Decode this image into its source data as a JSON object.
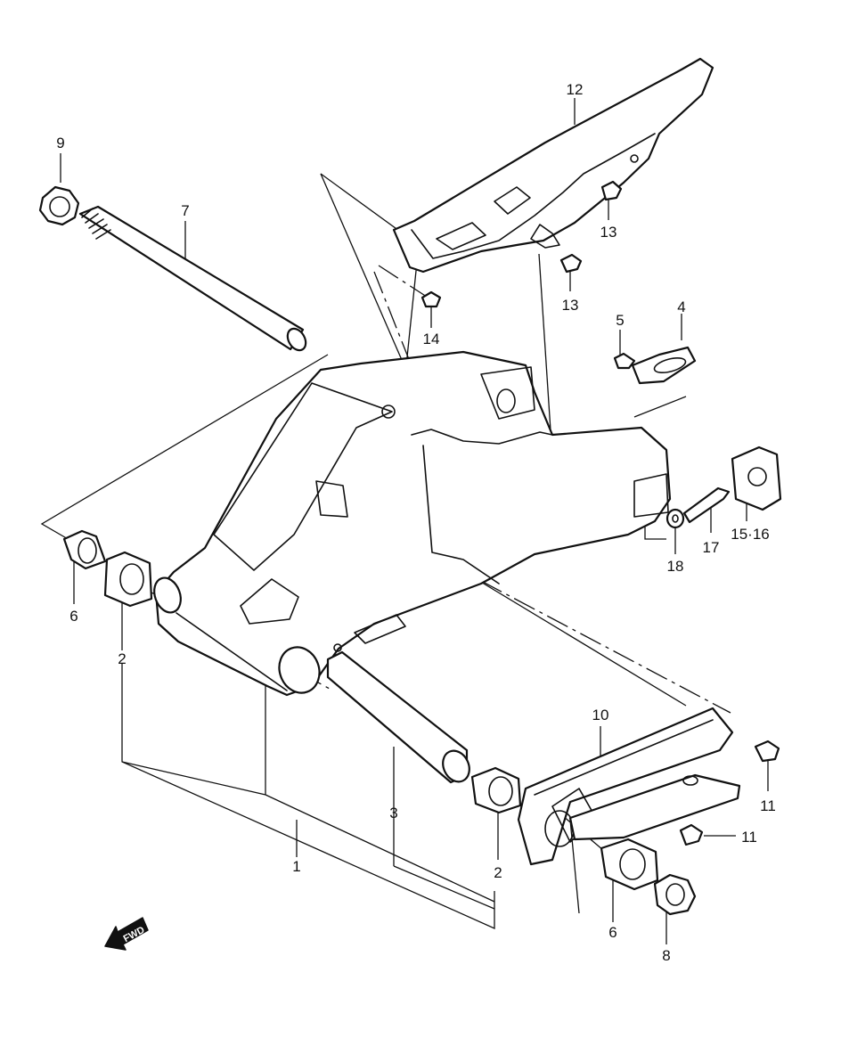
{
  "callouts": [
    {
      "id": "c1",
      "text": "1"
    },
    {
      "id": "c2a",
      "text": "2"
    },
    {
      "id": "c2b",
      "text": "2"
    },
    {
      "id": "c3",
      "text": "3"
    },
    {
      "id": "c4",
      "text": "4"
    },
    {
      "id": "c5",
      "text": "5"
    },
    {
      "id": "c6a",
      "text": "6"
    },
    {
      "id": "c6b",
      "text": "6"
    },
    {
      "id": "c7",
      "text": "7"
    },
    {
      "id": "c8",
      "text": "8"
    },
    {
      "id": "c9",
      "text": "9"
    },
    {
      "id": "c10",
      "text": "10"
    },
    {
      "id": "c11a",
      "text": "11"
    },
    {
      "id": "c11b",
      "text": "11"
    },
    {
      "id": "c12",
      "text": "12"
    },
    {
      "id": "c13a",
      "text": "13"
    },
    {
      "id": "c13b",
      "text": "13"
    },
    {
      "id": "c14",
      "text": "14"
    },
    {
      "id": "c15",
      "text": "15·16"
    },
    {
      "id": "c17",
      "text": "17"
    },
    {
      "id": "c18",
      "text": "18"
    }
  ],
  "fwd_badge": {
    "text": "FWD",
    "icon": "fwd-arrow-icon"
  }
}
